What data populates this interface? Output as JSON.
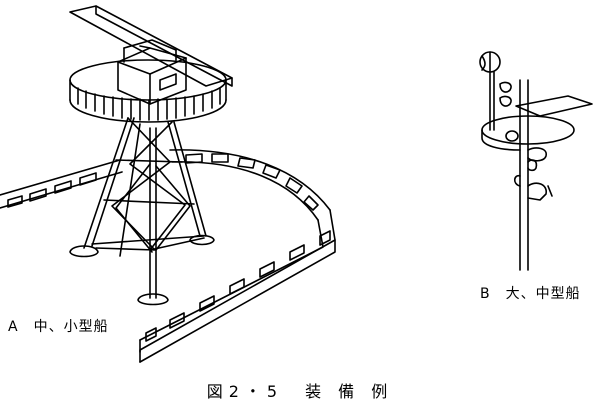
{
  "labels": {
    "a": "A　中、小型船",
    "b": "B　大、中型船"
  },
  "caption": "図2・5　装 備 例"
}
